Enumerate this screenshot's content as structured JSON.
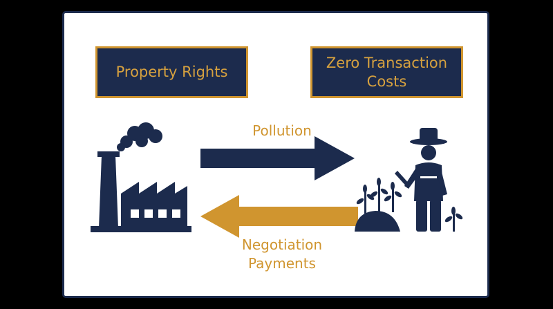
{
  "boxes": {
    "property_rights": "Property Rights",
    "zero_transaction_costs": "Zero Transaction Costs"
  },
  "arrows": {
    "pollution_label": "Pollution",
    "negotiation_label": "Negotiation Payments"
  },
  "icons": {
    "factory": "factory-icon",
    "farmer": "farmer-icon",
    "arrow_right": "arrow-right-icon",
    "arrow_left": "arrow-left-icon"
  },
  "colors": {
    "navy": "#1c2b4d",
    "gold": "#d0952f",
    "background": "#ffffff",
    "outer": "#000000"
  }
}
